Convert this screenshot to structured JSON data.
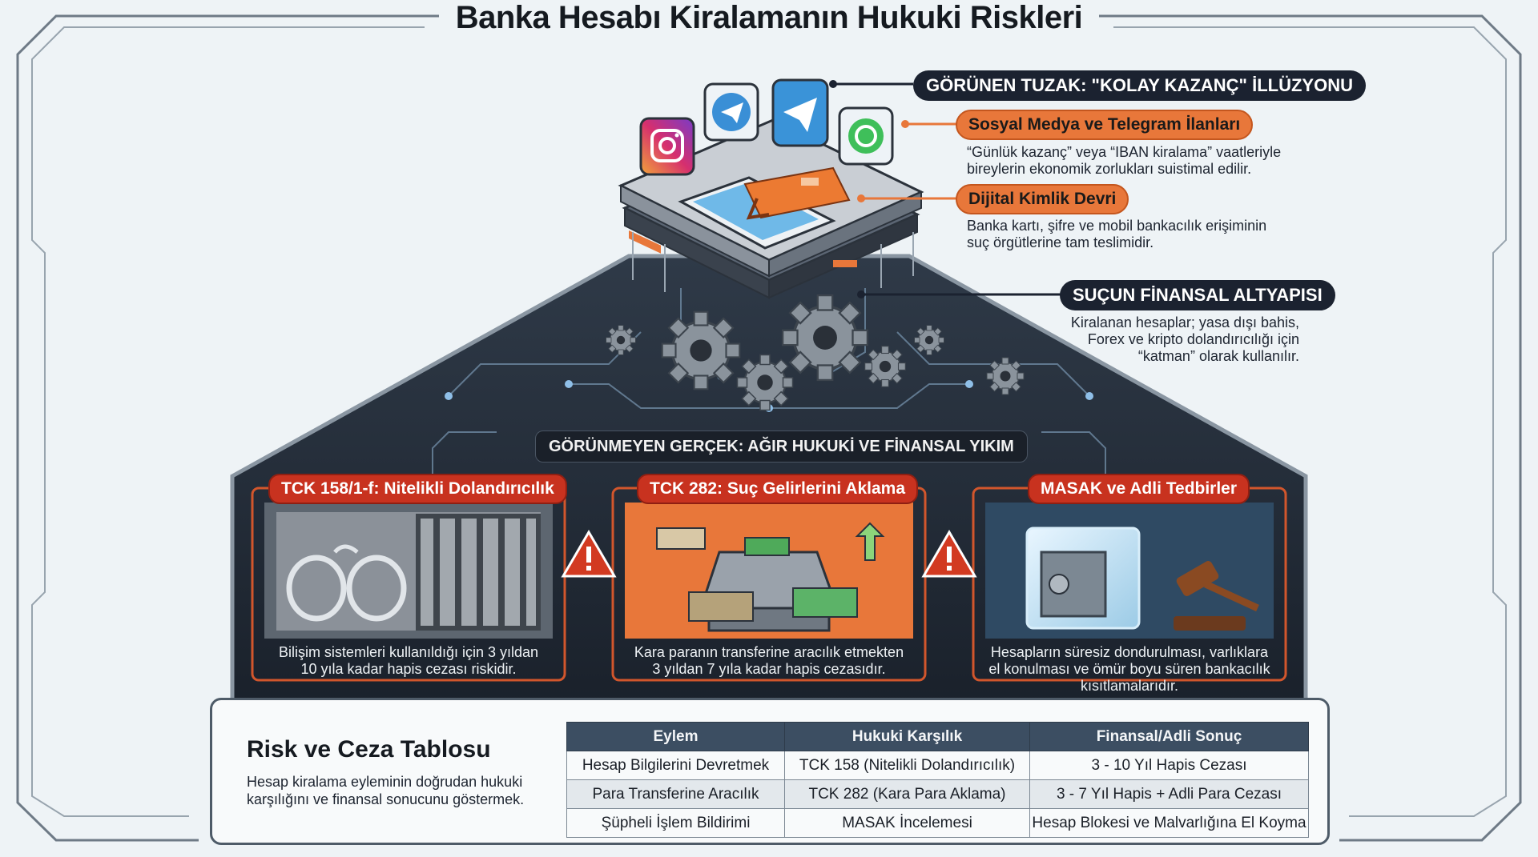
{
  "title": "Banka Hesabı Kiralamanın Hukuki Riskleri",
  "top_section": {
    "trap_label": "GÖRÜNEN TUZAK: \"KOLAY KAZANÇ\" İLLÜZYONU",
    "items": [
      {
        "label": "Sosyal Medya ve Telegram İlanları",
        "description_lines": [
          "“Günlük kazanç” veya “IBAN kiralama” vaatleriyle",
          "bireylerin ekonomik zorlukları suistimal edilir."
        ]
      },
      {
        "label": "Dijital Kimlik Devri",
        "description_lines": [
          "Banka kartı, şifre ve mobil bankacılık erişiminin",
          "suç örgütlerine tam teslimidir."
        ]
      }
    ],
    "infrastructure_label": "SUÇUN FİNANSAL ALTYAPISI",
    "infrastructure_lines": [
      "Kiralanan hesaplar; yasa dışı bahis,",
      "Forex ve kripto dolandırıcılığı için",
      "“katman” olarak kullanılır."
    ]
  },
  "icons": [
    "instagram-icon",
    "telegram-icon",
    "telegram-icon",
    "whatsapp-icon",
    "phone-icon",
    "bank-card-icon",
    "gear-icon",
    "warning-icon",
    "handcuffs-icon",
    "jail-bars-icon",
    "money-laundering-machine-icon",
    "frozen-safe-icon",
    "gavel-icon"
  ],
  "hidden_label": "GÖRÜNMEYEN GERÇEK: AĞIR HUKUKİ VE FİNANSAL YIKIM",
  "panels": [
    {
      "label": "TCK 158/1-f: Nitelikli Dolandırıcılık",
      "caption_lines": [
        "Bilişim sistemleri kullanıldığı için 3 yıldan",
        "10 yıla kadar hapis cezası riskidir."
      ]
    },
    {
      "label": "TCK 282: Suç Gelirlerini Aklama",
      "caption_lines": [
        "Kara paranın transferine aracılık etmekten",
        "3 yıldan 7 yıla kadar hapis cezasıdır."
      ]
    },
    {
      "label": "MASAK ve Adli Tedbirler",
      "caption_lines": [
        "Hesapların süresiz dondurulması, varlıklara",
        "el konulması ve ömür boyu süren bankacılık",
        "kısıtlamalarıdır."
      ]
    }
  ],
  "table_section": {
    "title": "Risk ve Ceza Tablosu",
    "description": "Hesap kiralama eyleminin doğrudan hukuki karşılığını ve finansal sonucunu göstermek.",
    "headers": [
      "Eylem",
      "Hukuki Karşılık",
      "Finansal/Adli Sonuç"
    ],
    "rows": [
      [
        "Hesap Bilgilerini Devretmek",
        "TCK 158 (Nitelikli Dolandırıcılık)",
        "3 - 10 Yıl Hapis Cezası"
      ],
      [
        "Para Transferine Aracılık",
        "TCK 282 (Kara Para Aklama)",
        "3 - 7 Yıl Hapis + Adli Para Cezası"
      ],
      [
        "Şüpheli İşlem Bildirimi",
        "MASAK İncelemesi",
        "Hesap Blokesi ve Malvarlığına El Koyma"
      ]
    ]
  },
  "colors": {
    "background": "#eef3f6",
    "dark_navy": "#1b2230",
    "accent_orange": "#e8773a",
    "alert_red": "#c8321f",
    "table_header": "#3c4e62"
  }
}
